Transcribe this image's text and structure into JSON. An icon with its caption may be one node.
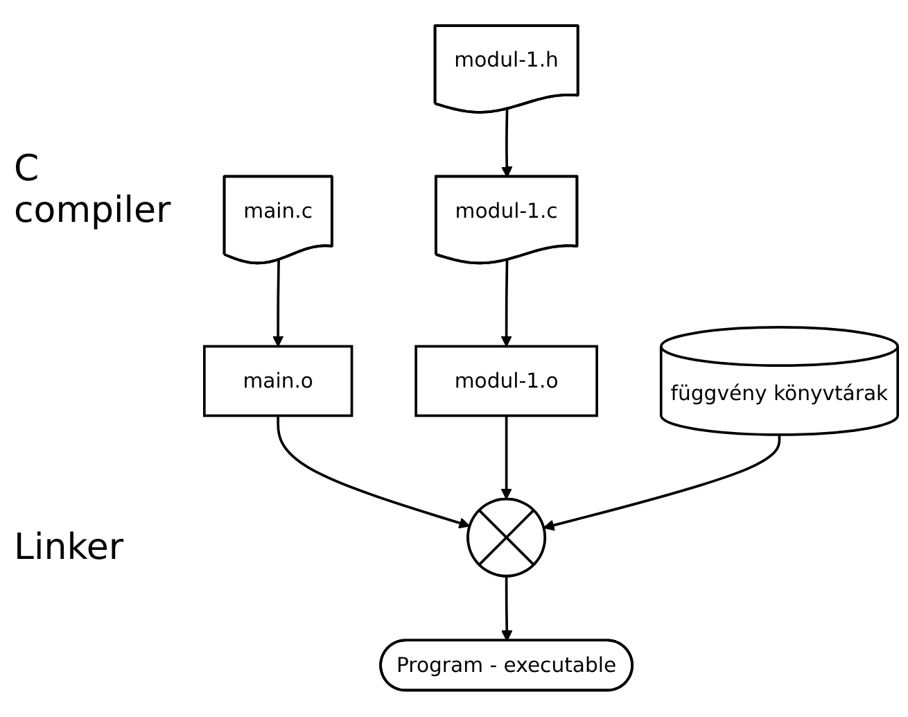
{
  "diagram": {
    "nodes": [
      {
        "text": [
          "main.c"
        ]
      },
      {
        "text": [
          "modul-1.c"
        ]
      },
      {
        "text": [
          "modul-1.h"
        ]
      },
      {
        "text": [
          "main.o"
        ]
      },
      {
        "text": [
          "modul-1.o"
        ]
      },
      {
        "text": [
          "függvény könyvtárak"
        ]
      },
      {
        "text": [],
        "shape": "circle"
      },
      {
        "text": [
          "Program - executable"
        ]
      }
    ],
    "edges": [
      {
        "from": 2,
        "to": 1,
        "arrow": "to"
      },
      {
        "from": 0,
        "to": 3,
        "arrow": "to"
      },
      {
        "from": 1,
        "to": 4,
        "arrow": "to"
      },
      {
        "from": 3,
        "to": 6,
        "arrow": "to"
      },
      {
        "from": 4,
        "to": 6,
        "arrow": "to"
      },
      {
        "from": 5,
        "to": 6,
        "arrow": "to"
      },
      {
        "from": 6,
        "to": 7,
        "arrow": "to"
      }
    ],
    "labels": [
      "C compiler",
      "Linker"
    ]
  }
}
